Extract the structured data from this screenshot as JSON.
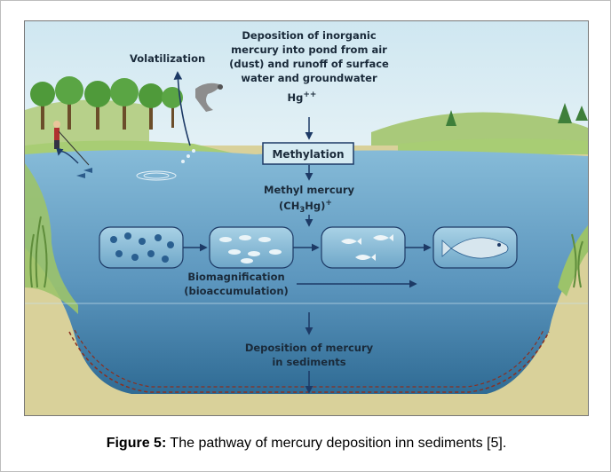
{
  "diagram": {
    "volatilization": "Volatilization",
    "deposition_top_lines": [
      "Deposition of inorganic",
      "mercury into pond from air",
      "(dust) and runoff of surface",
      "water and groundwater"
    ],
    "hg_label": "Hg",
    "hg_superscript": "++",
    "methylation": "Methylation",
    "methyl_mercury": "Methyl mercury",
    "formula_open": "(CH",
    "formula_sub": "3",
    "formula_close": "Hg)",
    "formula_charge": "+",
    "biomagnification": "Biomagnification",
    "bioaccumulation": "(bioaccumulation)",
    "sediment_line1": "Deposition of mercury",
    "sediment_line2": "in sediments"
  },
  "caption": {
    "label": "Figure 5:",
    "text": " The pathway of mercury deposition inn sediments [5]."
  },
  "colors": {
    "sky": "#cfe6f0",
    "water_top": "#7fb4d3",
    "water_bottom": "#2f6f99",
    "land": "#dcd49a",
    "grass": "#9cc36a",
    "arrow": "#1d3a66"
  }
}
